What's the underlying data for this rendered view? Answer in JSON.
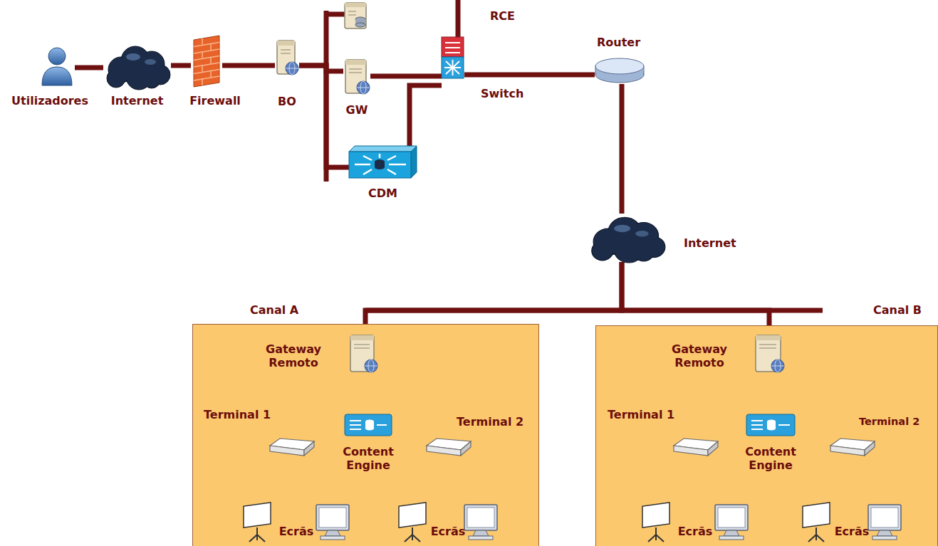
{
  "diagram": {
    "nodes": [
      {
        "text": [
          "Utilizadores"
        ]
      },
      {
        "text": [
          "Internet"
        ]
      },
      {
        "text": [
          "Firewall"
        ]
      },
      {
        "text": [
          "BO"
        ]
      },
      {
        "text": [
          "GW"
        ]
      },
      {
        "text": [
          "CDM"
        ]
      },
      {
        "text": [
          "Switch"
        ]
      },
      {
        "text": [
          "Router"
        ]
      },
      {
        "text": [
          "Internet"
        ]
      },
      {
        "text": [
          "Canal A"
        ]
      },
      {
        "text": [
          "Gateway Remoto"
        ],
        "in": 9
      },
      {
        "text": [
          "Terminal 1"
        ],
        "in": 9
      },
      {
        "text": [
          "Content Engine"
        ],
        "in": 9
      },
      {
        "text": [
          "Terminal 2"
        ],
        "in": 9
      },
      {
        "text": [
          "Ecrãs"
        ],
        "in": 9
      },
      {
        "text": [
          "Ecrãs"
        ],
        "in": 9
      },
      {
        "text": [
          "Canal B"
        ]
      },
      {
        "text": [
          "Gateway Remoto"
        ],
        "in": 16
      },
      {
        "text": [
          "Terminal 1"
        ],
        "in": 16
      },
      {
        "text": [
          "Content Engine"
        ],
        "in": 16
      },
      {
        "text": [
          "Terminal 2"
        ],
        "in": 16
      },
      {
        "text": [
          "Ecrãs"
        ],
        "in": 16
      },
      {
        "text": [
          "Ecrãs"
        ],
        "in": 16
      }
    ],
    "edges": [
      {
        "from": 0,
        "to": 1,
        "arrow": "none"
      },
      {
        "from": 1,
        "to": 2,
        "arrow": "none"
      },
      {
        "from": 2,
        "to": 3,
        "arrow": "none"
      },
      {
        "from": 3,
        "to": 4,
        "arrow": "none"
      },
      {
        "from": 3,
        "to": 5,
        "arrow": "none"
      },
      {
        "from": 4,
        "to": 6,
        "arrow": "none"
      },
      {
        "from": 5,
        "to": 6,
        "arrow": "none"
      },
      {
        "from": 6,
        "to": 7,
        "arrow": "none"
      },
      {
        "from": 7,
        "to": 8,
        "arrow": "none"
      },
      {
        "from": 8,
        "to": 10,
        "arrow": "none"
      },
      {
        "from": 8,
        "to": 17,
        "arrow": "none"
      },
      {
        "from": 10,
        "to": 11,
        "arrow": "none"
      },
      {
        "from": 10,
        "to": 12,
        "arrow": "none"
      },
      {
        "from": 10,
        "to": 13,
        "arrow": "none"
      },
      {
        "from": 11,
        "to": 14,
        "arrow": "none"
      },
      {
        "from": 13,
        "to": 15,
        "arrow": "none"
      },
      {
        "from": 17,
        "to": 18,
        "arrow": "none"
      },
      {
        "from": 17,
        "to": 19,
        "arrow": "none"
      },
      {
        "from": 17,
        "to": 20,
        "arrow": "none"
      },
      {
        "from": 18,
        "to": 21,
        "arrow": "none"
      },
      {
        "from": 20,
        "to": 22,
        "arrow": "none"
      }
    ],
    "labels": [
      "RCE"
    ]
  }
}
